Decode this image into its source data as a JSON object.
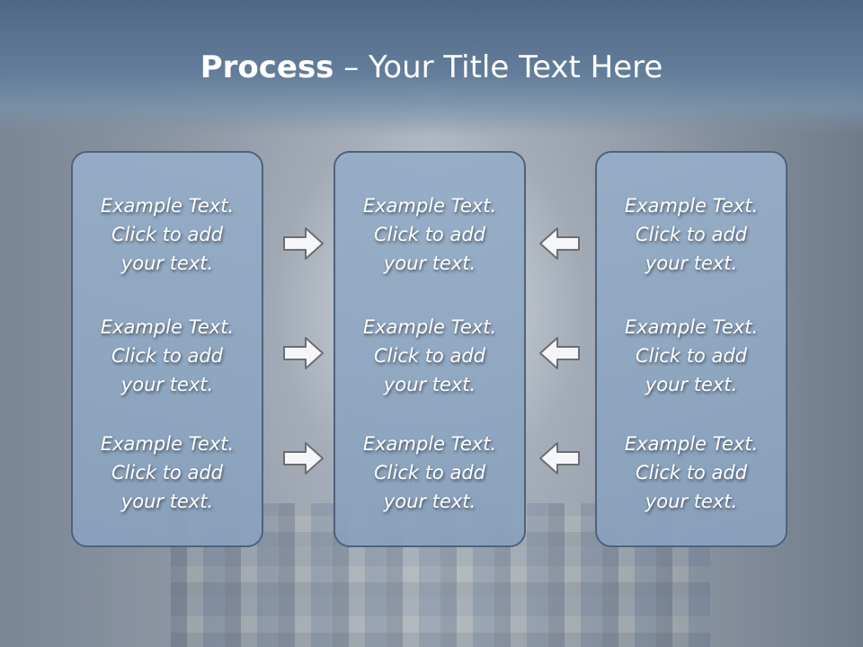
{
  "title": {
    "bold": "Process",
    "rest": " – Your Title Text Here"
  },
  "panels": [
    {
      "items": [
        {
          "line1": "Example Text.",
          "line2": "Click  to add",
          "line3": "your text."
        },
        {
          "line1": "Example Text.",
          "line2": "Click  to add",
          "line3": "your text."
        },
        {
          "line1": "Example Text.",
          "line2": "Click  to add",
          "line3": "your text."
        }
      ]
    },
    {
      "items": [
        {
          "line1": "Example Text.",
          "line2": "Click  to add",
          "line3": "your text."
        },
        {
          "line1": "Example Text.",
          "line2": "Click  to add",
          "line3": "your text."
        },
        {
          "line1": "Example Text.",
          "line2": "Click  to add",
          "line3": "your text."
        }
      ]
    },
    {
      "items": [
        {
          "line1": "Example Text.",
          "line2": "Click  to add",
          "line3": "your text."
        },
        {
          "line1": "Example Text.",
          "line2": "Click  to add",
          "line3": "your text."
        },
        {
          "line1": "Example Text.",
          "line2": "Click  to add",
          "line3": "your text."
        }
      ]
    }
  ],
  "arrows": {
    "left_column": "arrow-right-icon",
    "right_column": "arrow-left-icon"
  },
  "colors": {
    "header": "#5a728f",
    "panel_fill": "#8fa8c4",
    "panel_border": "#4f627c",
    "text": "#ffffff"
  }
}
